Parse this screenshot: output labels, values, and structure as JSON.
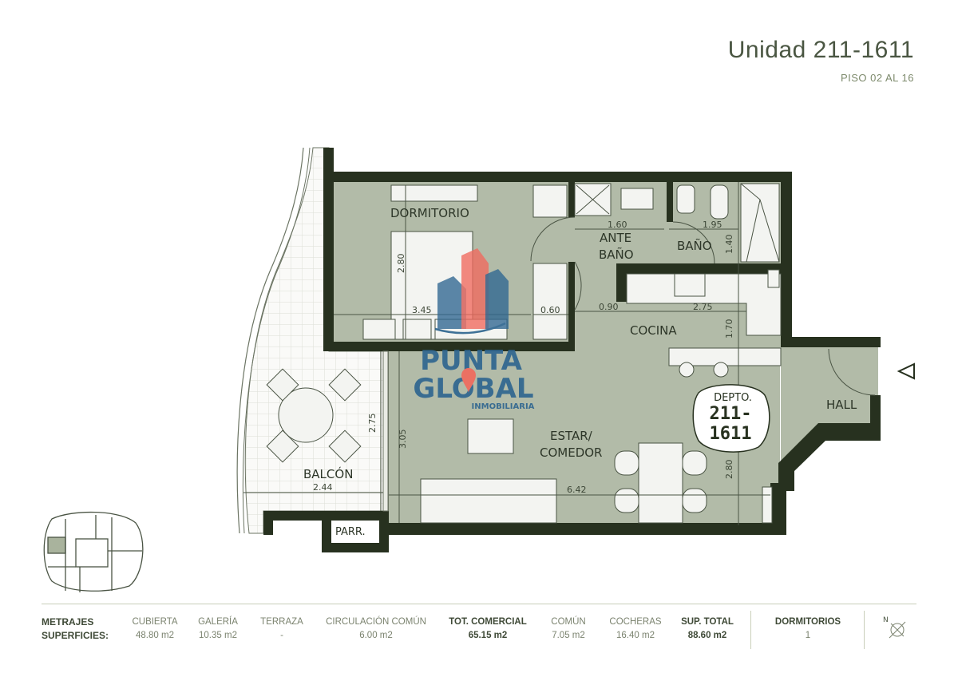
{
  "header": {
    "title": "Unidad 211-1611",
    "subtitle": "PISO 02 AL 16"
  },
  "plan": {
    "rooms": {
      "dormitorio": "DORMITORIO",
      "ante_bano_1": "ANTE",
      "ante_bano_2": "BAÑO",
      "bano": "BAÑO",
      "cocina": "COCINA",
      "estar_1": "ESTAR/",
      "estar_2": "COMEDOR",
      "balcon": "BALCÓN",
      "parr": "PARR.",
      "hall": "HALL"
    },
    "dimensions": {
      "dorm_width": "3.45",
      "dorm_height": "2.80",
      "closet": "0.60",
      "ante_width": "1.60",
      "bano_width": "1.95",
      "bano_height": "1.40",
      "passage": "0.90",
      "cocina_width": "2.75",
      "cocina_height": "1.70",
      "estar_width": "6.42",
      "estar_height": "3.05",
      "estar_right_height": "2.80",
      "balcon_width": "2.44",
      "balcon_height": "2.75"
    },
    "unit_badge": {
      "label": "DEPTO.",
      "line1": "211-",
      "line2": "1611"
    },
    "entrance_icon": "triangle-left-icon",
    "watermark": {
      "line1": "PUNTA",
      "line2": "GLOBAL",
      "line3": "INMOBILIARIA"
    },
    "colors": {
      "wall": "#27311f",
      "floor": "#b2bba8",
      "logo_blue": "#2f6690",
      "logo_red": "#f06a5e"
    }
  },
  "footer": {
    "label_1": "METRAJES",
    "label_2": "SUPERFICIES:",
    "columns": [
      {
        "header": "CUBIERTA",
        "value": "48.80 m2"
      },
      {
        "header": "GALERÍA",
        "value": "10.35 m2"
      },
      {
        "header": "TERRAZA",
        "value": "-"
      },
      {
        "header": "CIRCULACIÓN COMÚN",
        "value": "6.00 m2"
      },
      {
        "header": "TOT. COMERCIAL",
        "value": "65.15 m2"
      },
      {
        "header": "COMÚN",
        "value": "7.05 m2"
      },
      {
        "header": "COCHERAS",
        "value": "16.40 m2"
      },
      {
        "header": "SUP. TOTAL",
        "value": "88.60 m2"
      }
    ],
    "dormitorios": {
      "header": "DORMITORIOS",
      "value": "1"
    },
    "north_icon": "north-compass-icon"
  }
}
